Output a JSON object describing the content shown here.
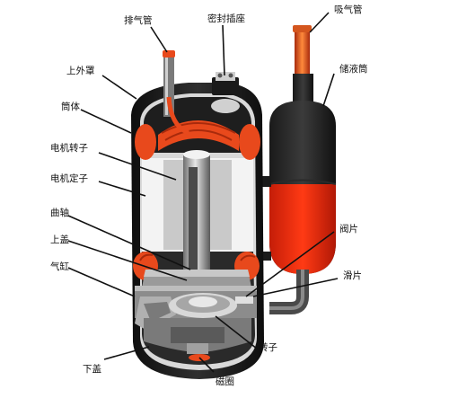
{
  "labels": {
    "discharge_pipe": "排气管",
    "sealed_terminal": "密封插座",
    "suction_pipe": "吸气管",
    "upper_shell": "上外罩",
    "accumulator": "储液筒",
    "cylinder_body": "筒体",
    "motor_rotor": "电机转子",
    "motor_stator": "电机定子",
    "crankshaft": "曲轴",
    "valve_plate": "阀片",
    "upper_cover": "上盖",
    "cylinder": "气缸",
    "slide_vane": "滑片",
    "rotor": "转子",
    "lower_cover": "下盖",
    "magnetic_ring": "磁圈"
  },
  "colors": {
    "shell": "#1c1c1c",
    "shell_highlight": "#3a3a3a",
    "copper": "#e8491c",
    "copper_dark": "#a82a0c",
    "stator": "#f3f3f3",
    "metal": "#b8b8b8",
    "metal_dark": "#6a6a6a",
    "background": "#ffffff"
  }
}
